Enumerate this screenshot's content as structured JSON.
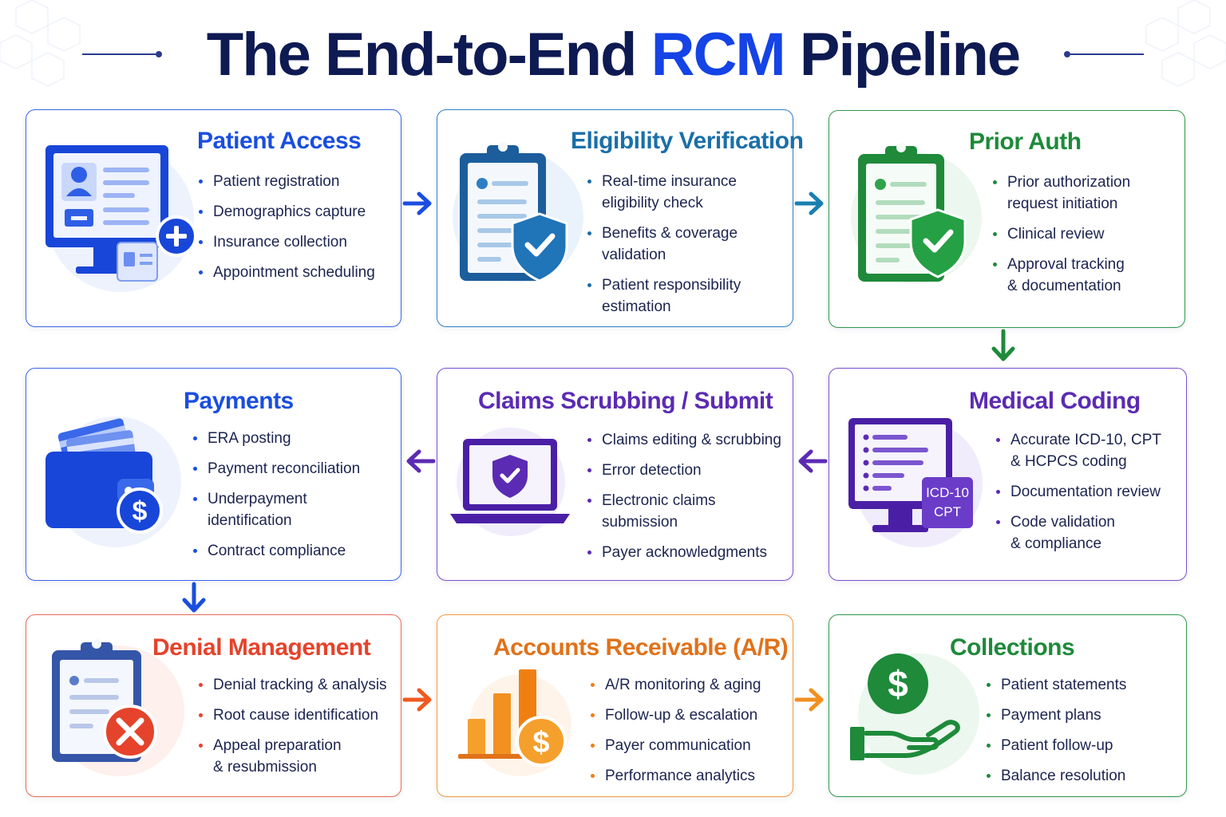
{
  "title": {
    "main": "The End-to-End",
    "accent": "RCM",
    "rest": "Pipeline"
  },
  "colors": {
    "blue": "#1a4ee0",
    "teal": "#1a6fa8",
    "green": "#1e8a3a",
    "purple": "#5b2bb3",
    "red": "#e5432b",
    "orange": "#f07f12"
  },
  "stages": {
    "patient_access": {
      "title": "Patient Access",
      "icon": "computer-user-profile-icon",
      "items": [
        [
          "Patient registration"
        ],
        [
          "Demographics capture"
        ],
        [
          "Insurance collection"
        ],
        [
          "Appointment scheduling"
        ]
      ]
    },
    "eligibility": {
      "title": "Eligibility Verification",
      "icon": "clipboard-shield-check-icon",
      "items": [
        [
          "Real-time insurance",
          "eligibility check"
        ],
        [
          "Benefits & coverage",
          "validation"
        ],
        [
          "Patient responsibility",
          "estimation"
        ]
      ]
    },
    "prior_auth": {
      "title": "Prior Auth",
      "icon": "document-shield-check-icon",
      "items": [
        [
          "Prior authorization",
          "request initiation"
        ],
        [
          "Clinical review"
        ],
        [
          "Approval tracking",
          "& documentation"
        ]
      ]
    },
    "medical_coding": {
      "title": "Medical Coding",
      "icon": "monitor-code-icon",
      "badge": [
        "ICD-10",
        "CPT"
      ],
      "items": [
        [
          "Accurate ICD-10, CPT",
          "& HCPCS coding"
        ],
        [
          "Documentation review"
        ],
        [
          "Code validation",
          "& compliance"
        ]
      ]
    },
    "claims": {
      "title": "Claims Scrubbing / Submit",
      "icon": "laptop-shield-check-icon",
      "items": [
        [
          "Claims editing & scrubbing"
        ],
        [
          "Error detection"
        ],
        [
          "Electronic claims",
          "submission"
        ],
        [
          "Payer acknowledgments"
        ]
      ]
    },
    "payments": {
      "title": "Payments",
      "icon": "wallet-dollar-icon",
      "items": [
        [
          "ERA posting"
        ],
        [
          "Payment reconciliation"
        ],
        [
          "Underpayment",
          "identification"
        ],
        [
          "Contract compliance"
        ]
      ]
    },
    "denial": {
      "title": "Denial Management",
      "icon": "clipboard-x-icon",
      "items": [
        [
          "Denial tracking & analysis"
        ],
        [
          "Root cause identification"
        ],
        [
          "Appeal preparation",
          "& resubmission"
        ]
      ]
    },
    "ar": {
      "title": "Accounts Receivable (A/R)",
      "icon": "bar-chart-dollar-icon",
      "items": [
        [
          "A/R monitoring & aging"
        ],
        [
          "Follow-up & escalation"
        ],
        [
          "Payer communication"
        ],
        [
          "Performance analytics"
        ]
      ]
    },
    "collections": {
      "title": "Collections",
      "icon": "hand-dollar-icon",
      "items": [
        [
          "Patient statements"
        ],
        [
          "Payment plans"
        ],
        [
          "Patient follow-up"
        ],
        [
          "Balance resolution"
        ]
      ]
    }
  }
}
